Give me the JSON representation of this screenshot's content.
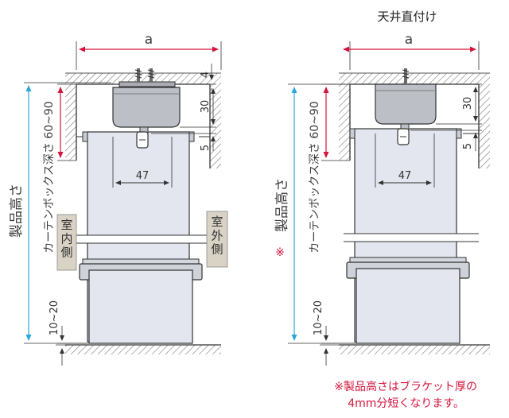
{
  "left": {
    "dim_a": "a",
    "dim_4": "4",
    "dim_30": "30",
    "dim_5": "5",
    "dim_47": "47",
    "box_depth": "カーテンボックス深さ 60~90",
    "product_height": "製品高さ",
    "gap": "10~20",
    "indoor": "室内側",
    "outdoor": "室外側"
  },
  "right": {
    "title": "天井直付け",
    "dim_a": "a",
    "dim_30": "30",
    "dim_5": "5",
    "dim_47": "47",
    "box_depth": "カーテンボックス深さ 60~90",
    "product_height": "製品高さ",
    "mark": "※",
    "gap": "10~20"
  },
  "note": {
    "line1": "※製品高さはブラケット厚の",
    "line2": "4mm分短くなります。"
  },
  "colors": {
    "dimension": "#2aa6d8",
    "arrow_red": "#d4143c",
    "blind_fill": "#e3e6ee",
    "bracket_fill": "#bcc0c6",
    "tag_fill": "#d9d3c6",
    "note_red": "#d4143c"
  }
}
